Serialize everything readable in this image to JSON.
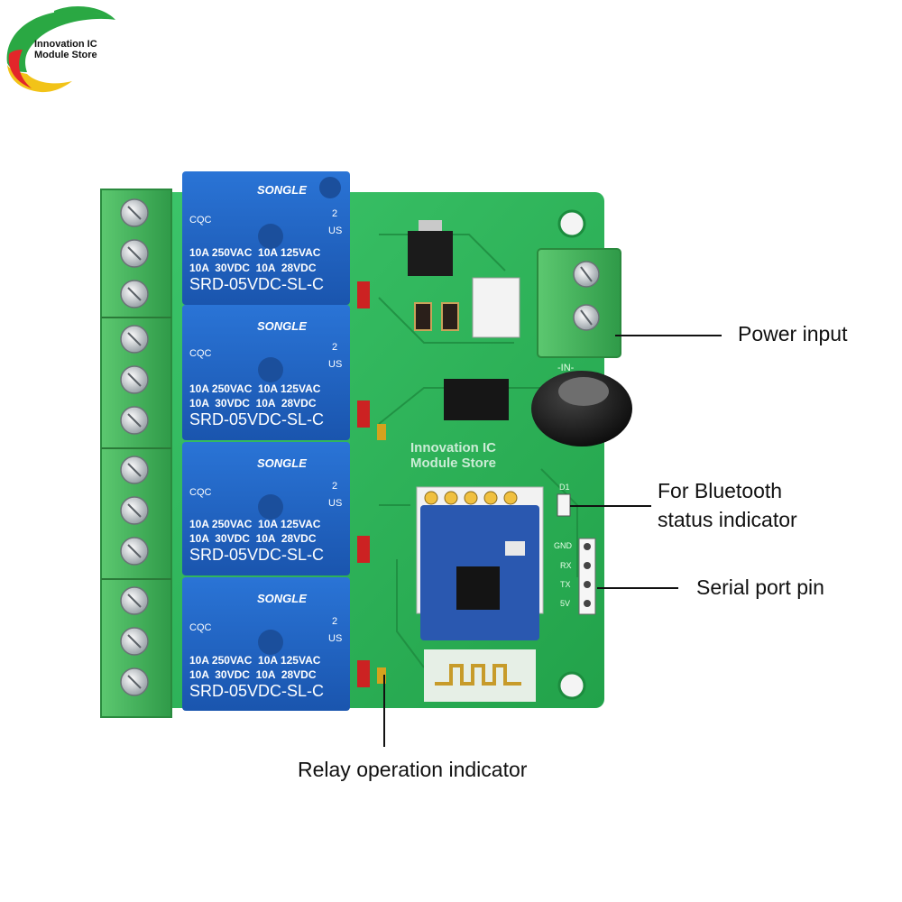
{
  "logo": {
    "line1": "Innovation IC",
    "line2": "Module Store",
    "colors": [
      "#2aa843",
      "#f2c318",
      "#e3262a"
    ]
  },
  "watermark": {
    "line1": "Innovation IC",
    "line2": "Module Store"
  },
  "relays": [
    {
      "brand": "SONGLE",
      "rating1": "10A 250VAC  10A 125VAC",
      "rating2": "10A  30VDC  10A  28VDC",
      "model": "SRD-05VDC-SL-C",
      "cert_left": "CQC",
      "cert_right": "US",
      "cert_sup": "2"
    },
    {
      "brand": "SONGLE",
      "rating1": "10A 250VAC  10A 125VAC",
      "rating2": "10A  30VDC  10A  28VDC",
      "model": "SRD-05VDC-SL-C",
      "cert_left": "CQC",
      "cert_right": "US",
      "cert_sup": "2"
    },
    {
      "brand": "SONGLE",
      "rating1": "10A 250VAC  10A 125VAC",
      "rating2": "10A  30VDC  10A  28VDC",
      "model": "SRD-05VDC-SL-C",
      "cert_left": "CQC",
      "cert_right": "US",
      "cert_sup": "2"
    },
    {
      "brand": "SONGLE",
      "rating1": "10A 250VAC  10A 125VAC",
      "rating2": "10A  30VDC  10A  28VDC",
      "model": "SRD-05VDC-SL-C",
      "cert_left": "CQC",
      "cert_right": "US",
      "cert_sup": "2"
    }
  ],
  "pcb_silkscreen": {
    "pins": [
      "GND",
      "RX",
      "TX",
      "5V"
    ],
    "in_label": "-IN-",
    "d1": "D1"
  },
  "callouts": {
    "power_input": "Power input",
    "bluetooth_line1": "For Bluetooth",
    "bluetooth_line2": "status indicator",
    "serial_pin": "Serial port pin",
    "relay_indicator": "Relay operation indicator"
  },
  "colors": {
    "pcb": "#2fb85a",
    "relay_blue": "#1f63c4",
    "terminal_green": "#46b05a",
    "bt_module": "#2a58b0"
  }
}
